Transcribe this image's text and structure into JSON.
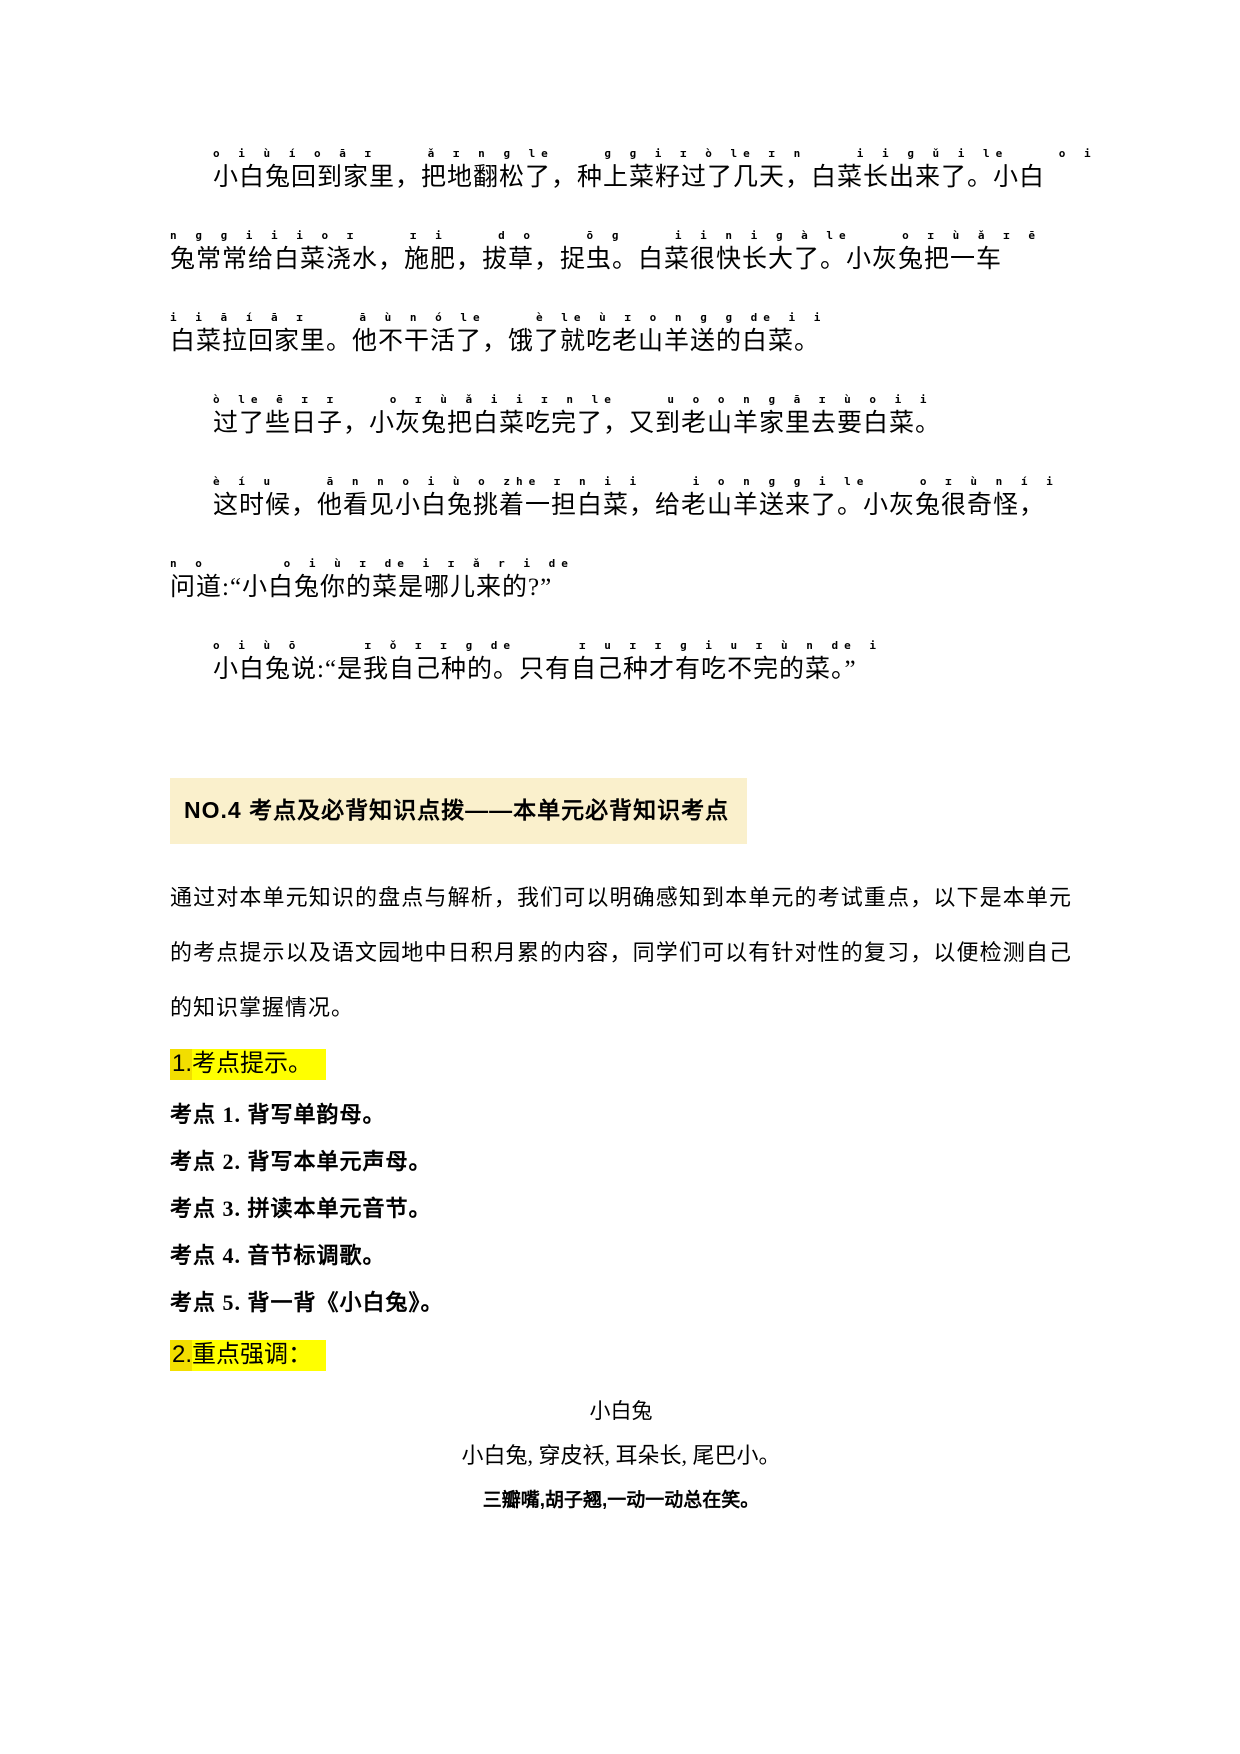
{
  "story": {
    "lines": [
      {
        "pinyin": "o i ù í o ā ɪ    ǎ ɪ n ɡ le    ɡ ɡ i ɪ ò le ɪ n    i i ɡ ǔ i le    o i",
        "text": "小白兔回到家里，把地翻松了，种上菜籽过了几天，白菜长出来了。小白",
        "indent": true
      },
      {
        "pinyin": "n ɡ ɡ i i i o ɪ    ɪ i    d o    ō ɡ    i i n i ɡ à le    o ɪ ù ǎ ɪ ē",
        "text": "兔常常给白菜浇水，施肥，拔草，捉虫。白菜很快长大了。小灰兔把一车",
        "indent": false
      },
      {
        "pinyin": "i i ā í ā ɪ    ā ù n ó le    è le ù ɪ o n ɡ ɡ de i i",
        "text": "白菜拉回家里。他不干活了，饿了就吃老山羊送的白菜。",
        "indent": false
      },
      {
        "pinyin": "ò le ē ɪ ɪ    o ɪ ù ǎ i i ɪ n le    u o o n ɡ ā ɪ ù o i i",
        "text": "过了些日子，小灰兔把白菜吃完了，又到老山羊家里去要白菜。",
        "indent": true
      },
      {
        "pinyin": "è í u    ā n n o i ù o zhe ɪ n i i    i o n ɡ ɡ i le    o ɪ ù n í i",
        "text": "这时候，他看见小白兔挑着一担白菜，给老山羊送来了。小灰兔很奇怪，",
        "indent": true
      },
      {
        "pinyin": "n o      o i ù ɪ de i ɪ ǎ r i de",
        "text": "问道:“小白兔你的菜是哪儿来的?”",
        "indent": false
      },
      {
        "pinyin": "o i ù ō     ɪ ǒ ɪ ɪ ɡ de     ɪ u ɪ ɪ ɡ i u ɪ ù n de i",
        "text": "小白兔说:“是我自己种的。只有自己种才有吃不完的菜。”",
        "indent": true
      }
    ]
  },
  "section_header": {
    "label": "NO.4 考点及必背知识点拨——本单元必背知识考点"
  },
  "intro_paragraph": "通过对本单元知识的盘点与解析，我们可以明确感知到本单元的考试重点，以下是本单元的考点提示以及语文园地中日积月累的内容，同学们可以有针对性的复习，以便检测自己的知识掌握情况。",
  "subhead1": {
    "number": "1.",
    "label": "考点提示。"
  },
  "exam_points": [
    "考点 1. 背写单韵母。",
    "考点 2. 背写本单元声母。",
    "考点 3. 拼读本单元音节。",
    "考点 4. 音节标调歌。",
    "考点 5. 背一背《小白兔》。"
  ],
  "subhead2": {
    "number": "2.",
    "label": "重点强调："
  },
  "poem": {
    "title": "小白兔",
    "line1": "小白兔, 穿皮袄, 耳朵长, 尾巴小。",
    "line2": "三瓣嘴,胡子翘,一动一动总在笑。"
  },
  "colors": {
    "section_header_bg": "#faf0cc",
    "highlight_yellow": "#ffff00",
    "highlight_number_yellow": "#f2de00",
    "text": "#000000",
    "page_bg": "#ffffff"
  }
}
